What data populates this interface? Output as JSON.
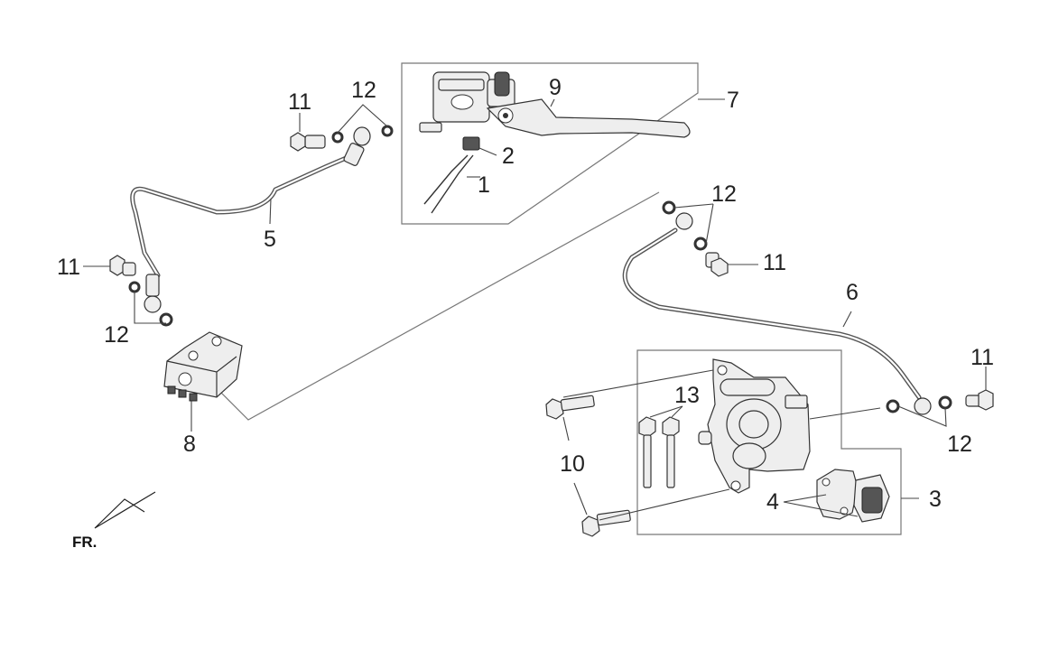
{
  "diagram": {
    "direction_label": "FR.",
    "callouts": [
      {
        "id": "c1",
        "text": "1"
      },
      {
        "id": "c2",
        "text": "2"
      },
      {
        "id": "c3",
        "text": "3"
      },
      {
        "id": "c4",
        "text": "4"
      },
      {
        "id": "c5",
        "text": "5"
      },
      {
        "id": "c6",
        "text": "6"
      },
      {
        "id": "c7",
        "text": "7"
      },
      {
        "id": "c8",
        "text": "8"
      },
      {
        "id": "c9",
        "text": "9"
      },
      {
        "id": "c10",
        "text": "10"
      },
      {
        "id": "c11a",
        "text": "11"
      },
      {
        "id": "c11b",
        "text": "11"
      },
      {
        "id": "c11c",
        "text": "11"
      },
      {
        "id": "c11d",
        "text": "11"
      },
      {
        "id": "c12a",
        "text": "12"
      },
      {
        "id": "c12b",
        "text": "12"
      },
      {
        "id": "c12c",
        "text": "12"
      },
      {
        "id": "c12d",
        "text": "12"
      },
      {
        "id": "c13",
        "text": "13"
      }
    ]
  }
}
